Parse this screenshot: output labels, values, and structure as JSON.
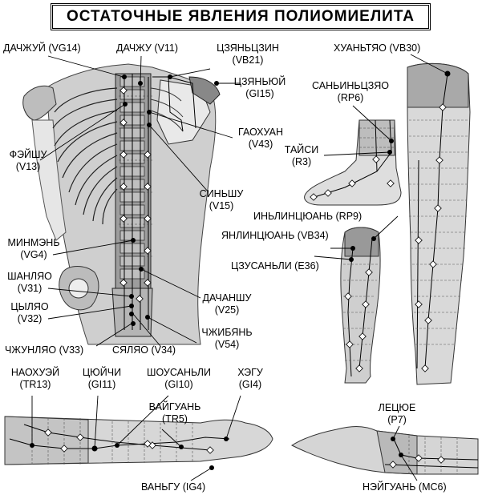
{
  "title": "ОСТАТОЧНЫЕ ЯВЛЕНИЯ ПОЛИОМИЕЛИТА",
  "labels": {
    "vg14": {
      "name": "ДАЧЖУЙ",
      "code": "(VG14)"
    },
    "v11": {
      "name": "ДАЧЖУ",
      "code": "(V11)"
    },
    "vb21": {
      "name": "ЦЗЯНЬЦЗИН",
      "code": "(VB21)"
    },
    "vb30": {
      "name": "ХУАНЬТЯО",
      "code": "(VB30)"
    },
    "gi15": {
      "name": "ЦЗЯНЬЮЙ",
      "code": "(GI15)"
    },
    "rp6": {
      "name": "САНЬИНЬЦЗЯО",
      "code": "(RP6)"
    },
    "v43": {
      "name": "ГАОХУАН",
      "code": "(V43)"
    },
    "v13": {
      "name": "ФЭЙШУ",
      "code": "(V13)"
    },
    "r3": {
      "name": "ТАЙСИ",
      "code": "(R3)"
    },
    "v15": {
      "name": "СИНЬШУ",
      "code": "(V15)"
    },
    "rp9": {
      "name": "ИНЬЛИНЦЮАНЬ",
      "code": "(RP9)"
    },
    "vb34": {
      "name": "ЯНЛИНЦЮАНЬ",
      "code": "(VB34)"
    },
    "vg4": {
      "name": "МИНМЭНЬ",
      "code": "(VG4)"
    },
    "e36": {
      "name": "ЦЗУСАНЬЛИ",
      "code": "(E36)"
    },
    "v31": {
      "name": "ШАНЛЯО",
      "code": "(V31)"
    },
    "v25": {
      "name": "ДАЧАНШУ",
      "code": "(V25)"
    },
    "v32": {
      "name": "ЦЫЛЯО",
      "code": "(V32)"
    },
    "v54": {
      "name": "ЧЖИБЯНЬ",
      "code": "(V54)"
    },
    "v33": {
      "name": "ЧЖУНЛЯО",
      "code": "(V33)"
    },
    "v34": {
      "name": "СЯЛЯО",
      "code": "(V34)"
    },
    "tr13": {
      "name": "НАОХУЭЙ",
      "code": "(TR13)"
    },
    "gi11": {
      "name": "ЦЮЙЧИ",
      "code": "(GI11)"
    },
    "gi10": {
      "name": "ШОУСАНЬЛИ",
      "code": "(GI10)"
    },
    "gi4": {
      "name": "ХЭГУ",
      "code": "(GI4)"
    },
    "tr5": {
      "name": "ВАЙГУАНЬ",
      "code": "(TR5)"
    },
    "p7": {
      "name": "ЛЕЦЮЕ",
      "code": "(P7)"
    },
    "ig4": {
      "name": "ВАНЬГУ",
      "code": "(IG4)"
    },
    "mc6": {
      "name": "НЭЙГУАНЬ",
      "code": "(MC6)"
    }
  }
}
